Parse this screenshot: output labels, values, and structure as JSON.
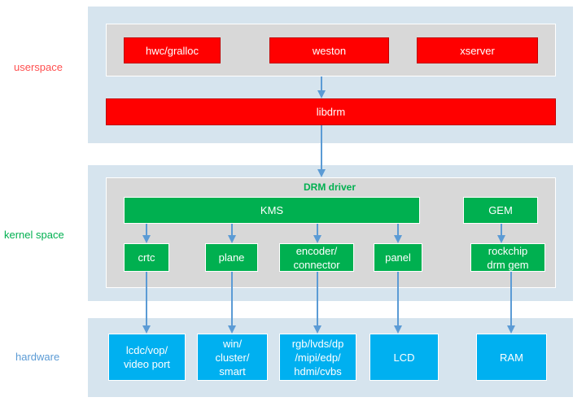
{
  "layers": {
    "userspace": {
      "label": "userspace",
      "color": "#ff5050"
    },
    "kernel": {
      "label": "kernel space",
      "color": "#00b050"
    },
    "hardware": {
      "label": "hardware",
      "color": "#5b9bd5"
    }
  },
  "userspace": {
    "apps": [
      "hwc/gralloc",
      "weston",
      "xserver"
    ],
    "libdrm": "libdrm"
  },
  "kernel": {
    "drm_title": "DRM driver",
    "kms": "KMS",
    "gem": "GEM",
    "kms_components": [
      "crtc",
      "plane",
      "encoder/\nconnector",
      "panel"
    ],
    "gem_component": "rockchip\ndrm gem"
  },
  "hardware": {
    "blocks": [
      "lcdc/vop/\nvideo port",
      "win/\ncluster/\nsmart",
      "rgb/lvds/dp\n/mipi/edp/\nhdmi/cvbs",
      "LCD",
      "RAM"
    ]
  },
  "colors": {
    "userspace_box": "#ff0000",
    "kernel_box": "#00b050",
    "hardware_box": "#00b0f0",
    "layer_background": "#d6e4ee",
    "inner_background": "#d8d8d8",
    "arrow": "#5b9bd5"
  }
}
